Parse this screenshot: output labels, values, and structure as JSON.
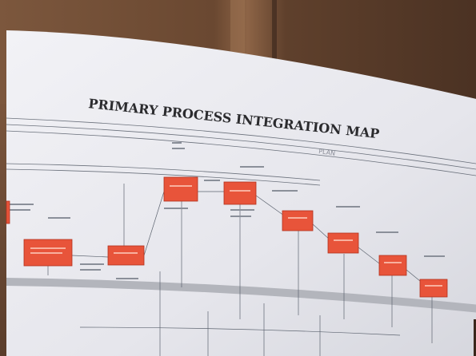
{
  "poster": {
    "title": "PRIMARY PROCESS INTEGRATION MAP",
    "stamp": "PLAN"
  },
  "colors": {
    "wall_dark": "#4a3324",
    "wall_light": "#8a6447",
    "paper": "#e9e9ee",
    "process_box": "#e8543a",
    "line": "#5d6470",
    "band": "#b6b8bf"
  },
  "diagram": {
    "process_boxes": 9,
    "subject": "wall-mounted process map poster photographed at an angle"
  }
}
